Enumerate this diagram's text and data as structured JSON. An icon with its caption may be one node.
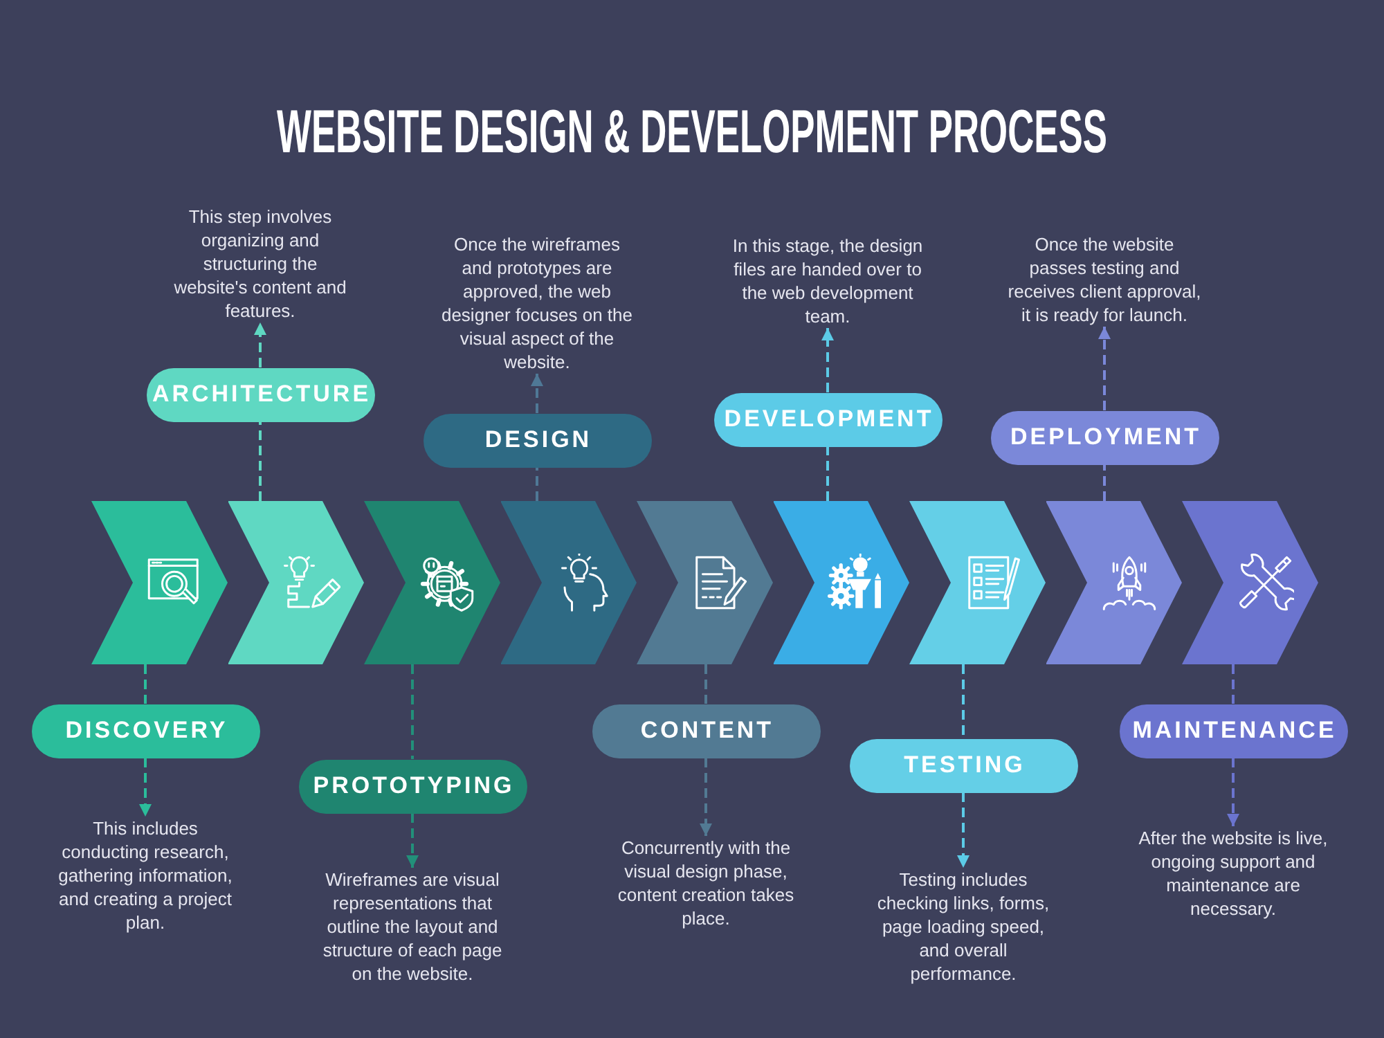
{
  "diagram": {
    "title": "WEBSITE DESIGN & DEVELOPMENT PROCESS",
    "nodes": [
      {
        "text": [],
        "shape": "chevron"
      },
      {
        "text": [
          "DISCOVERY"
        ]
      },
      {
        "text": [
          "This includes conducting research, gathering information, and creating a project plan."
        ]
      },
      {
        "text": [],
        "shape": "chevron"
      },
      {
        "text": [
          "ARCHITECTURE"
        ]
      },
      {
        "text": [
          "This step involves organizing and structuring the website's content and features."
        ]
      },
      {
        "text": [],
        "shape": "chevron"
      },
      {
        "text": [
          "PROTOTYPING"
        ]
      },
      {
        "text": [
          "Wireframes are visual representations that outline the layout and structure of each page on the website."
        ]
      },
      {
        "text": [],
        "shape": "chevron"
      },
      {
        "text": [
          "DESIGN"
        ]
      },
      {
        "text": [
          "Once the wireframes and prototypes are approved, the web designer focuses on the visual aspect of the website."
        ]
      },
      {
        "text": [],
        "shape": "chevron"
      },
      {
        "text": [
          "CONTENT"
        ]
      },
      {
        "text": [
          "Concurrently with the visual design phase, content creation takes place."
        ]
      },
      {
        "text": [],
        "shape": "chevron"
      },
      {
        "text": [
          "DEVELOPMENT"
        ]
      },
      {
        "text": [
          "In this stage, the design files are handed over to the web development team."
        ]
      },
      {
        "text": [],
        "shape": "chevron"
      },
      {
        "text": [
          "TESTING"
        ]
      },
      {
        "text": [
          "Testing includes checking links, forms, page loading speed, and overall performance."
        ]
      },
      {
        "text": [],
        "shape": "chevron"
      },
      {
        "text": [
          "DEPLOYMENT"
        ]
      },
      {
        "text": [
          "Once the website passes testing and receives client approval, it is ready for launch."
        ]
      },
      {
        "text": [],
        "shape": "chevron"
      },
      {
        "text": [
          "MAINTENANCE"
        ]
      },
      {
        "text": [
          "After the website is live, ongoing support and maintenance are necessary."
        ]
      }
    ],
    "edges": [
      {
        "from": 0,
        "to": 1,
        "arrow": "none",
        "style": "dashed",
        "color": "#2bbd9b"
      },
      {
        "from": 1,
        "to": 2,
        "arrow": "to",
        "style": "dashed",
        "color": "#2bbd9b"
      },
      {
        "from": 3,
        "to": 4,
        "arrow": "none",
        "style": "dashed",
        "color": "#5fd8c2"
      },
      {
        "from": 4,
        "to": 5,
        "arrow": "to",
        "style": "dashed",
        "color": "#5fd8c2"
      },
      {
        "from": 6,
        "to": 7,
        "arrow": "none",
        "style": "dashed",
        "color": "#22907a"
      },
      {
        "from": 7,
        "to": 8,
        "arrow": "to",
        "style": "dashed",
        "color": "#22907a"
      },
      {
        "from": 9,
        "to": 10,
        "arrow": "none",
        "style": "dashed",
        "color": "#4f7896"
      },
      {
        "from": 10,
        "to": 11,
        "arrow": "to",
        "style": "dashed",
        "color": "#4f7896"
      },
      {
        "from": 12,
        "to": 13,
        "arrow": "none",
        "style": "dashed",
        "color": "#527a93"
      },
      {
        "from": 13,
        "to": 14,
        "arrow": "to",
        "style": "dashed",
        "color": "#527a93"
      },
      {
        "from": 15,
        "to": 16,
        "arrow": "none",
        "style": "dashed",
        "color": "#5ccbe7"
      },
      {
        "from": 16,
        "to": 17,
        "arrow": "to",
        "style": "dashed",
        "color": "#5ccbe7"
      },
      {
        "from": 18,
        "to": 19,
        "arrow": "none",
        "style": "dashed",
        "color": "#5ccbe7"
      },
      {
        "from": 19,
        "to": 20,
        "arrow": "to",
        "style": "dashed",
        "color": "#5ccbe7"
      },
      {
        "from": 21,
        "to": 22,
        "arrow": "none",
        "style": "dashed",
        "color": "#7b88d9"
      },
      {
        "from": 22,
        "to": 23,
        "arrow": "to",
        "style": "dashed",
        "color": "#7b88d9"
      },
      {
        "from": 24,
        "to": 25,
        "arrow": "none",
        "style": "dashed",
        "color": "#6b74cf"
      },
      {
        "from": 25,
        "to": 26,
        "arrow": "to",
        "style": "dashed",
        "color": "#6b74cf"
      }
    ]
  }
}
